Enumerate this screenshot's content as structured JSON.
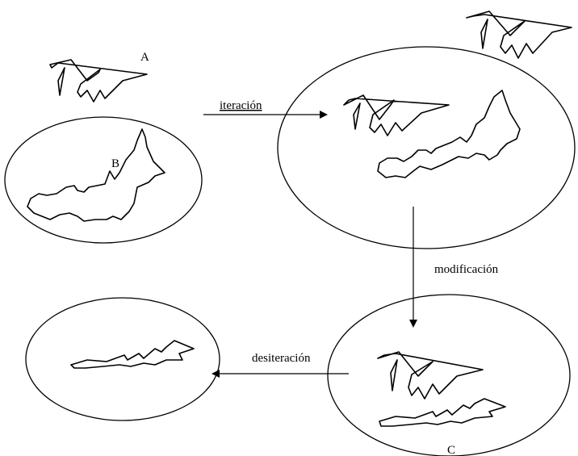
{
  "labels": {
    "a": "A",
    "b": "B",
    "c": "C",
    "iteration": "iteración",
    "modification": "modificación",
    "deiteration": "desiteración"
  }
}
